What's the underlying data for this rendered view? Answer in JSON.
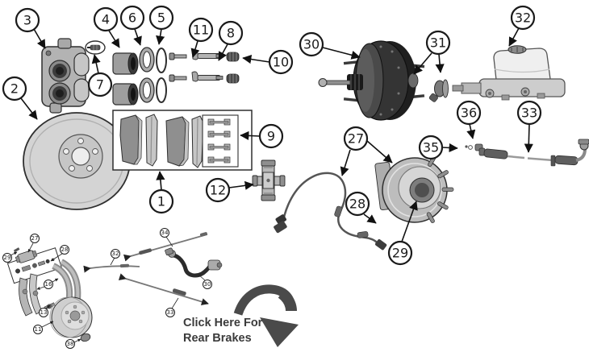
{
  "diagram": {
    "main_callouts": [
      {
        "n": "3",
        "part": "disc-brake-caliper"
      },
      {
        "n": "2",
        "part": "brake-rotor"
      },
      {
        "n": "4",
        "part": "caliper-piston"
      },
      {
        "n": "6",
        "part": "piston-seal"
      },
      {
        "n": "5",
        "part": "piston-o-ring"
      },
      {
        "n": "7",
        "part": "bleeder-screw"
      },
      {
        "n": "11",
        "part": "caliper-bolt"
      },
      {
        "n": "8",
        "part": "caliper-slide-pin"
      },
      {
        "n": "10",
        "part": "slide-pin-boot"
      },
      {
        "n": "9",
        "part": "pad-retainer-clips"
      },
      {
        "n": "1",
        "part": "brake-pad-set"
      },
      {
        "n": "12",
        "part": "axle-u-joint"
      },
      {
        "n": "30",
        "part": "power-brake-booster"
      },
      {
        "n": "31",
        "part": "booster-check-valve"
      },
      {
        "n": "32",
        "part": "master-cylinder"
      },
      {
        "n": "27",
        "part": "abs-wheel-speed-sensor"
      },
      {
        "n": "28",
        "part": "abs-sensor-wire"
      },
      {
        "n": "29",
        "part": "hub-bearing-assembly"
      },
      {
        "n": "36",
        "part": "brake-line-fitting"
      },
      {
        "n": "35",
        "part": "brake-hose-assembly"
      },
      {
        "n": "33",
        "part": "brake-line"
      }
    ],
    "rear_callouts": [
      {
        "n": "27",
        "part": "rear-wheel-cylinder"
      },
      {
        "n": "29",
        "part": "wheel-cylinder-bolt"
      },
      {
        "n": "28",
        "part": "shoe-hardware-kit"
      },
      {
        "n": "16",
        "part": "brake-shoes"
      },
      {
        "n": "13",
        "part": "shoe-adjuster"
      },
      {
        "n": "11",
        "part": "brake-drum"
      },
      {
        "n": "38",
        "part": "dust-cap"
      },
      {
        "n": "34",
        "part": "parking-brake-cable-upper"
      },
      {
        "n": "32",
        "part": "parking-brake-cable-left"
      },
      {
        "n": "30",
        "part": "rear-brake-hose"
      },
      {
        "n": "33",
        "part": "parking-brake-cable-lower"
      }
    ],
    "cta": {
      "line1": "Click Here For",
      "line2": "Rear Brakes"
    },
    "colors": {
      "background": "#ffffff",
      "outline": "#2b2b2b",
      "part_fill": "#c6c6c6",
      "dark_part": "#2e2e2e",
      "cta_text": "#3b3b3b",
      "cta_arrow": "#4a4a4a"
    }
  }
}
